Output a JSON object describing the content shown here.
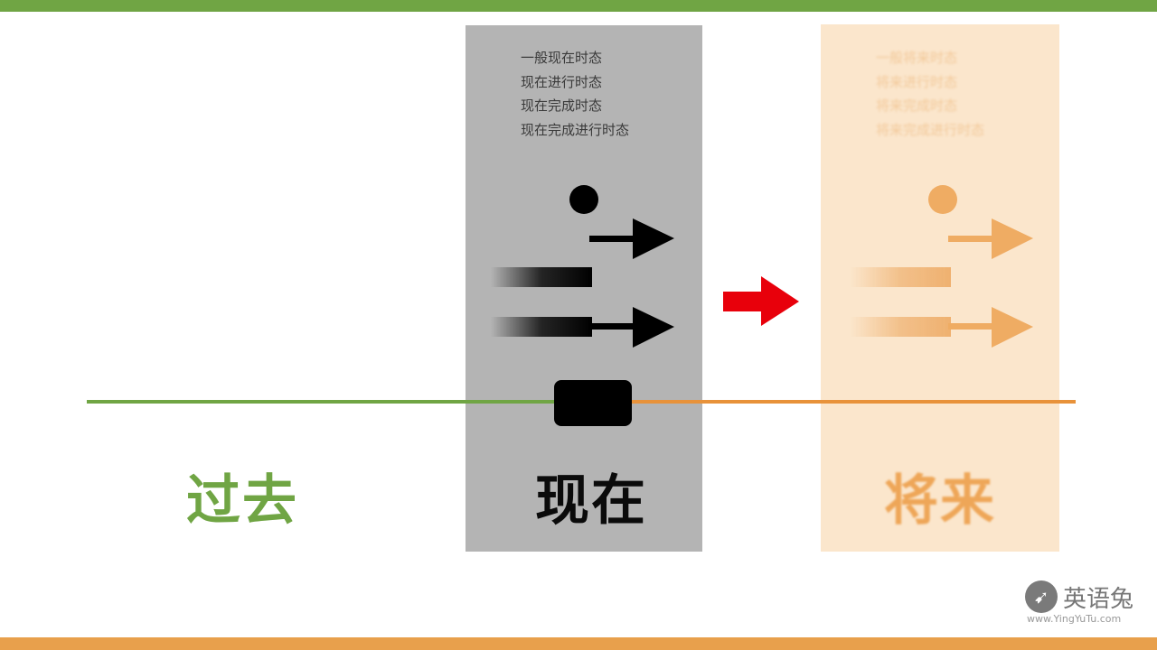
{
  "colors": {
    "past": "#70a544",
    "present": "#000000",
    "future": "#e8923a",
    "transition_arrow": "#e8000b"
  },
  "present": {
    "tenses": [
      "一般现在时态",
      "现在进行时态",
      "现在完成时态",
      "现在完成进行时态"
    ],
    "label": "现在"
  },
  "future": {
    "tenses": [
      "一般将来时态",
      "将来进行时态",
      "将来完成时态",
      "将来完成进行时态"
    ],
    "label": "将来"
  },
  "past": {
    "label": "过去"
  },
  "logo": {
    "name": "英语兔",
    "url": "www.YingYuTu.com"
  }
}
